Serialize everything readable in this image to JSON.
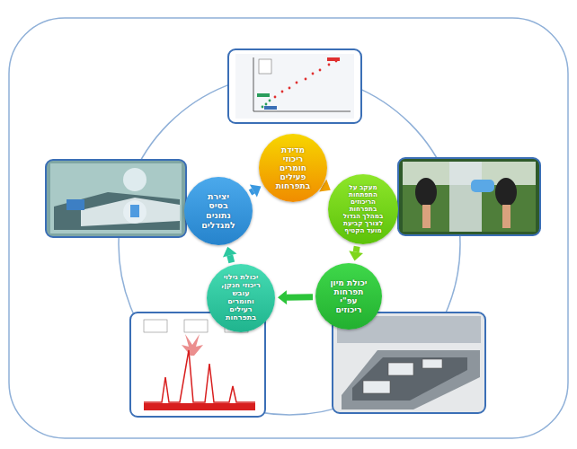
{
  "diagram": {
    "nodes": [
      {
        "text": [
          "מדידת ריכוזי חומרים פעילים בתפרחות"
        ]
      },
      {
        "text": [
          "מעקב על התפתחות הריכוזים בתפרחות במהלך הגדול לצורך קביעת מועד הקטיף"
        ]
      },
      {
        "text": [
          "יכולת מיון תפרחות עפ\"י ריכוזים"
        ]
      },
      {
        "text": [
          "יכולת גילוי ריכוזי חנקן, עובש וחומרים רעילים בתפרחות"
        ]
      },
      {
        "text": [
          "יצירת בסיס נתונים למגדלים"
        ]
      }
    ],
    "edges": [
      {
        "from": 0,
        "to": 1,
        "arrow": "to"
      },
      {
        "from": 1,
        "to": 2,
        "arrow": "to"
      },
      {
        "from": 2,
        "to": 3,
        "arrow": "to"
      },
      {
        "from": 3,
        "to": 4,
        "arrow": "to"
      },
      {
        "from": 4,
        "to": 0,
        "arrow": "to"
      }
    ]
  }
}
